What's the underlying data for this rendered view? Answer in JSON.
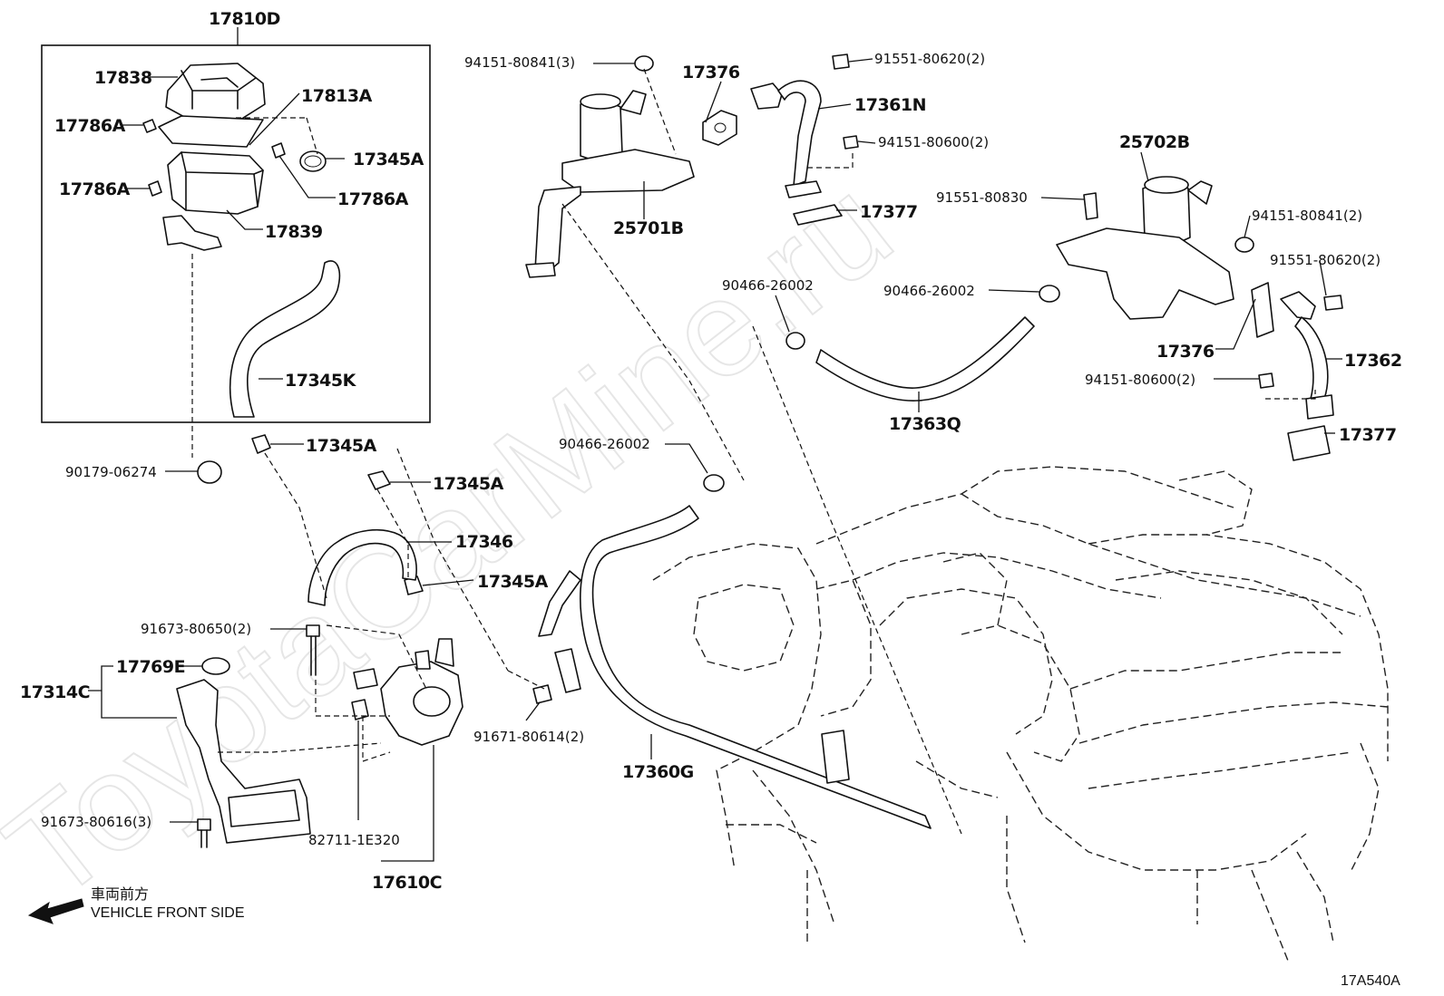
{
  "labels": {
    "p17810D": "17810D",
    "p17838": "17838",
    "p17813A": "17813A",
    "p17786A_1": "17786A",
    "p17345A_1": "17345A",
    "p17786A_2": "17786A",
    "p17786A_3": "17786A",
    "p17839": "17839",
    "p17345K": "17345K",
    "p90179": "90179-06274",
    "p17345A_2": "17345A",
    "p17345A_3": "17345A",
    "p17346": "17346",
    "p17345A_4": "17345A",
    "p91673_650": "91673-80650(2)",
    "p17769E": "17769E",
    "p17314C": "17314C",
    "p91673_616": "91673-80616(3)",
    "p82711": "82711-1E320",
    "p17610C": "17610C",
    "p94151_841_3": "94151-80841(3)",
    "p25701B": "25701B",
    "p17376_1": "17376",
    "p91551_620_1": "91551-80620(2)",
    "p17361N": "17361N",
    "p94151_600_1": "94151-80600(2)",
    "p17377_1": "17377",
    "p25702B": "25702B",
    "p91551_830": "91551-80830",
    "p94151_841_2": "94151-80841(2)",
    "p91551_620_2": "91551-80620(2)",
    "p90466_a": "90466-26002",
    "p90466_b": "90466-26002",
    "p17376_2": "17376",
    "p17362": "17362",
    "p94151_600_2": "94151-80600(2)",
    "p17363Q": "17363Q",
    "p17377_2": "17377",
    "p90466_c": "90466-26002",
    "p91671": "91671-80614(2)",
    "p17360G": "17360G"
  },
  "front": {
    "ja": "車両前方",
    "en": "VEHICLE FRONT SIDE"
  },
  "figure_code": "17A540A",
  "watermark": "ToyotaCarMine.ru"
}
